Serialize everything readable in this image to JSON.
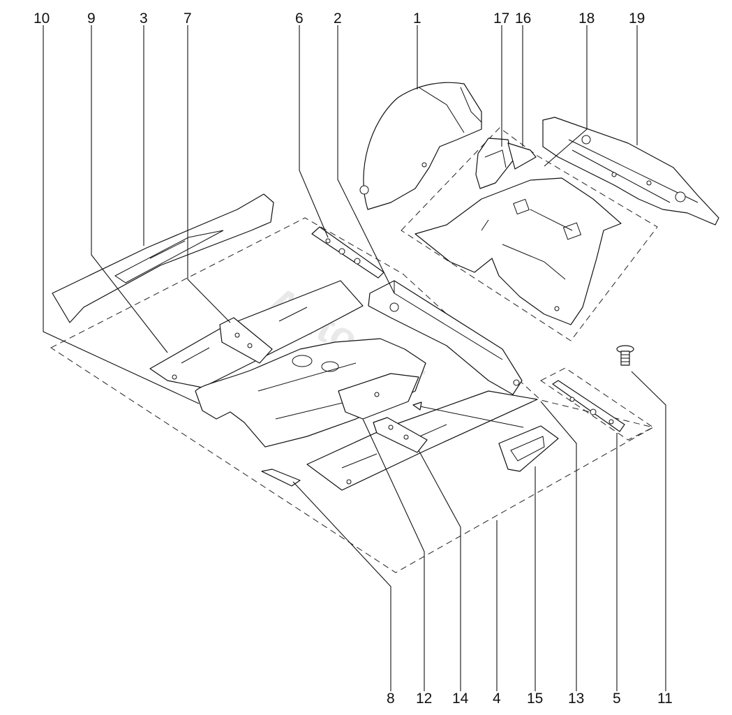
{
  "watermark": "Autosoft",
  "callouts_top": [
    "10",
    "9",
    "3",
    "7",
    "6",
    "2",
    "1",
    "17",
    "16",
    "18",
    "19"
  ],
  "callouts_bottom": [
    "8",
    "12",
    "14",
    "4",
    "15",
    "13",
    "5",
    "11"
  ],
  "parts": {
    "wheel_arch_inner": "1",
    "center_floor_rail": "2",
    "sill_reinforcement_left": "3",
    "floor_panel_right": "4",
    "rear_bracket_right": "5",
    "front_bracket_left": "6",
    "crossmember_bracket_left": "7",
    "small_gusset": "8",
    "floor_panel_left": "9",
    "front_floor_tunnel": "10",
    "bolt": "11",
    "tunnel_bracket": "12",
    "crossmember_bracket_right": "13",
    "seat_mount_bracket": "14",
    "rear_jack_pad": "15",
    "rear_floor_reinforcement": "16",
    "rear_floor_bracket": "17",
    "rear_floor_panel": "18",
    "rear_crossmember": "19"
  }
}
